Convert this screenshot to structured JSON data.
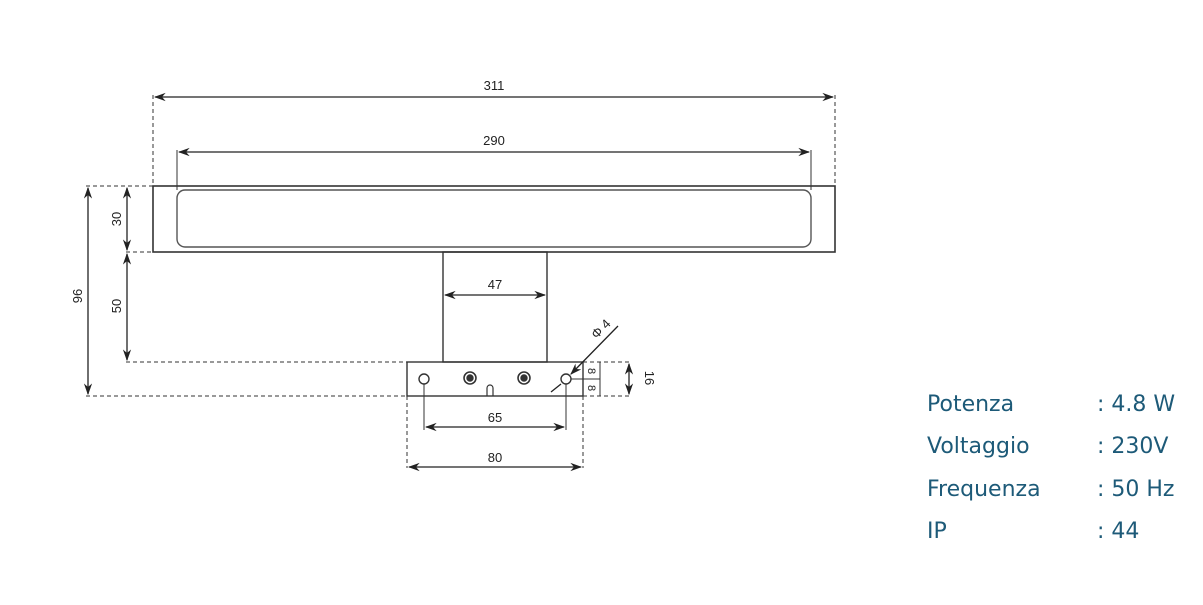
{
  "drawing": {
    "dimensions": {
      "overall_width": "311",
      "diffuser_width": "290",
      "stem_width": "47",
      "total_height": "96",
      "bar_height": "30",
      "stem_height": "50",
      "plate_height": "16",
      "hole_spacing": "65",
      "plate_width": "80",
      "hole_offset_top": "8",
      "hole_offset_bottom": "8",
      "hole_diameter": "Φ 4"
    }
  },
  "specs": [
    {
      "label": "Potenza",
      "value": ": 4.8 W"
    },
    {
      "label": "Voltaggio",
      "value": ": 230V"
    },
    {
      "label": "Frequenza",
      "value": ": 50 Hz"
    },
    {
      "label": "IP",
      "value": ": 44"
    }
  ],
  "colors": {
    "spec_text": "#1d5a78",
    "line": "#222222"
  }
}
